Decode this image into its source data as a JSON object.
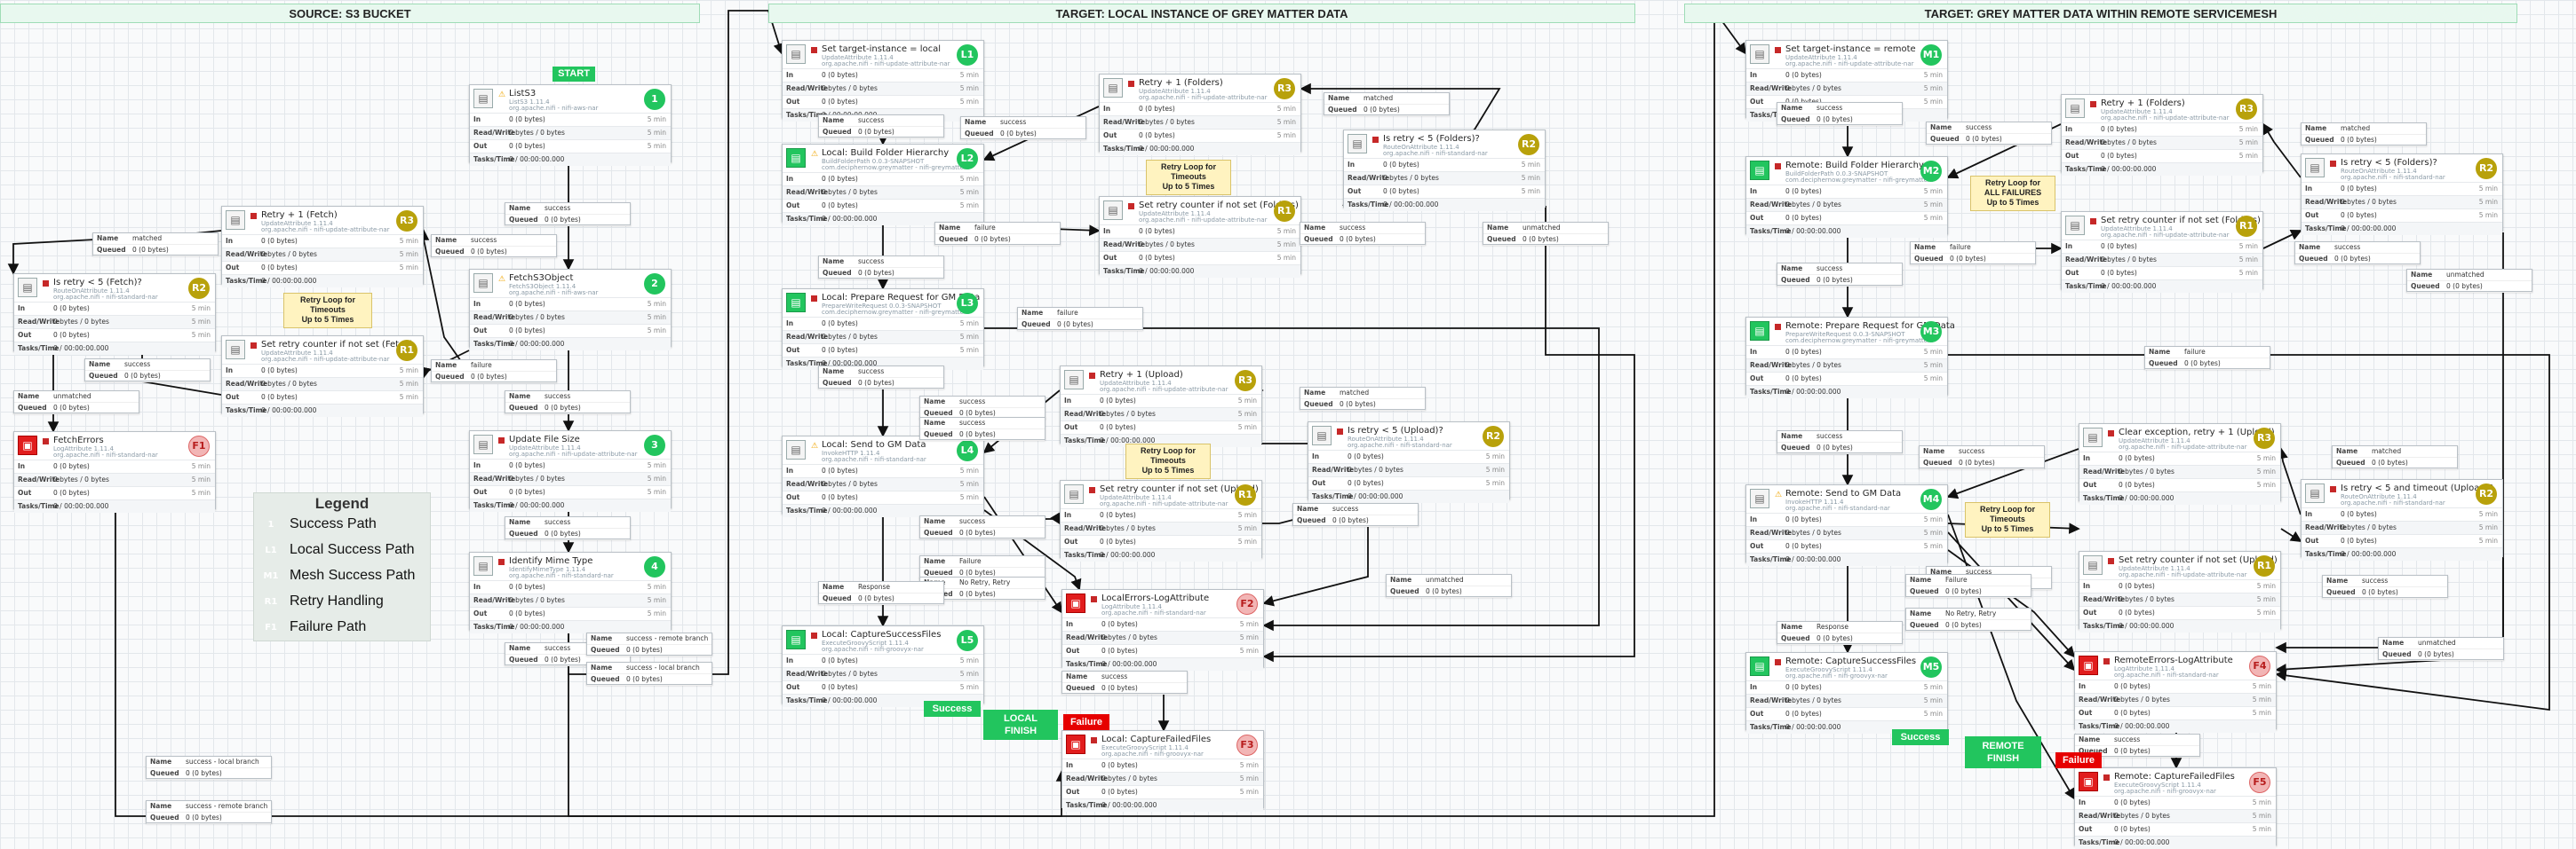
{
  "sections": [
    "SOURCE: S3 BUCKET",
    "TARGET: LOCAL INSTANCE OF GREY MATTER DATA",
    "TARGET: GREY MATTER DATA WITHIN REMOTE SERVICEMESH"
  ],
  "colors": {
    "success": "#22c55e",
    "retry": "#b8a10b",
    "failure": "#e60000",
    "section_bg": "#e8f8ef",
    "annotation_bg": "#fff3c0",
    "legend_bg": "#e6ece8"
  },
  "stat_labels": {
    "in": "In",
    "rw": "Read/Write",
    "out": "Out",
    "tasks": "Tasks/Time",
    "five_min": "5 min"
  },
  "stat_values": {
    "in": "0 (0 bytes)",
    "rw": "0 bytes / 0 bytes",
    "out": "0 (0 bytes)",
    "tasks": "0 / 00:00:00.000"
  },
  "conn_labels": {
    "name": "Name",
    "queued": "Queued",
    "queued_value": "0 (0 bytes)"
  },
  "processors": [
    {
      "id": "p1",
      "name": "ListS3",
      "type": "ListS3 1.11.4",
      "bundle": "org.apache.nifi - nifi-aws-nar",
      "badge": "1",
      "kind": "s",
      "icon": "plain",
      "state": "warn"
    },
    {
      "id": "p2",
      "name": "FetchS3Object",
      "type": "FetchS3Object 1.11.4",
      "bundle": "org.apache.nifi - nifi-aws-nar",
      "badge": "2",
      "kind": "s",
      "icon": "plain",
      "state": "warn"
    },
    {
      "id": "p3",
      "name": "Update File Size",
      "type": "UpdateAttribute 1.11.4",
      "bundle": "org.apache.nifi - nifi-update-attribute-nar",
      "badge": "3",
      "kind": "s",
      "icon": "plain",
      "state": "stop"
    },
    {
      "id": "p4",
      "name": "Identify Mime Type",
      "type": "IdentifyMimeType 1.11.4",
      "bundle": "org.apache.nifi - nifi-standard-nar",
      "badge": "4",
      "kind": "s",
      "icon": "plain",
      "state": "stop"
    },
    {
      "id": "pR3",
      "name": "Retry + 1 (Fetch)",
      "type": "UpdateAttribute 1.11.4",
      "bundle": "org.apache.nifi - nifi-update-attribute-nar",
      "badge": "R3",
      "kind": "r",
      "icon": "plain",
      "state": "stop"
    },
    {
      "id": "pR2",
      "name": "Is retry < 5 (Fetch)?",
      "type": "RouteOnAttribute 1.11.4",
      "bundle": "org.apache.nifi - nifi-standard-nar",
      "badge": "R2",
      "kind": "r",
      "icon": "plain",
      "state": "stop"
    },
    {
      "id": "pR1",
      "name": "Set retry counter if not set (Fetch)",
      "type": "UpdateAttribute 1.11.4",
      "bundle": "org.apache.nifi - nifi-update-attribute-nar",
      "badge": "R1",
      "kind": "r",
      "icon": "plain",
      "state": "stop"
    },
    {
      "id": "pF1",
      "name": "FetchErrors",
      "type": "LogAttribute 1.11.4",
      "bundle": "org.apache.nifi - nifi-standard-nar",
      "badge": "F1",
      "kind": "f",
      "icon": "red",
      "state": "stop"
    },
    {
      "id": "pL1",
      "name": "Set target-instance = local",
      "type": "UpdateAttribute 1.11.4",
      "bundle": "org.apache.nifi - nifi-update-attribute-nar",
      "badge": "L1",
      "kind": "s",
      "icon": "plain",
      "state": "stop"
    },
    {
      "id": "pL2",
      "name": "Local: Build Folder Hierarchy",
      "type": "BuildFolderPath 0.0.3-SNAPSHOT",
      "bundle": "com.deciphernow.greymatter - nifi-greymatte...",
      "badge": "L2",
      "kind": "s",
      "icon": "green",
      "state": "warn"
    },
    {
      "id": "pL3",
      "name": "Local: Prepare Request for GM Data",
      "type": "PrepareWriteRequest 0.0.3-SNAPSHOT",
      "bundle": "com.deciphernow.greymatter - nifi-greymatte...",
      "badge": "L3",
      "kind": "s",
      "icon": "green",
      "state": "stop"
    },
    {
      "id": "pL4",
      "name": "Local: Send to GM Data",
      "type": "InvokeHTTP 1.11.4",
      "bundle": "org.apache.nifi - nifi-standard-nar",
      "badge": "L4",
      "kind": "s",
      "icon": "plain",
      "state": "warn"
    },
    {
      "id": "pL5",
      "name": "Local: CaptureSuccessFiles",
      "type": "ExecuteGroovyScript 1.11.4",
      "bundle": "org.apache.nifi - nifi-groovyx-nar",
      "badge": "L5",
      "kind": "s",
      "icon": "green",
      "state": "stop"
    },
    {
      "id": "pLR3a",
      "name": "Retry + 1 (Folders)",
      "type": "UpdateAttribute 1.11.4",
      "bundle": "org.apache.nifi - nifi-update-attribute-nar",
      "badge": "R3",
      "kind": "r",
      "icon": "plain",
      "state": "stop"
    },
    {
      "id": "pLR2a",
      "name": "Is retry < 5 (Folders)?",
      "type": "RouteOnAttribute 1.11.4",
      "bundle": "org.apache.nifi - nifi-standard-nar",
      "badge": "R2",
      "kind": "r",
      "icon": "plain",
      "state": "stop"
    },
    {
      "id": "pLR1a",
      "name": "Set retry counter if not set (Folders)",
      "type": "UpdateAttribute 1.11.4",
      "bundle": "org.apache.nifi - nifi-update-attribute-nar",
      "badge": "R1",
      "kind": "r",
      "icon": "plain",
      "state": "stop"
    },
    {
      "id": "pLR3b",
      "name": "Retry + 1 (Upload)",
      "type": "UpdateAttribute 1.11.4",
      "bundle": "org.apache.nifi - nifi-update-attribute-nar",
      "badge": "R3",
      "kind": "r",
      "icon": "plain",
      "state": "stop"
    },
    {
      "id": "pLR2b",
      "name": "Is retry < 5 (Upload)?",
      "type": "RouteOnAttribute 1.11.4",
      "bundle": "org.apache.nifi - nifi-standard-nar",
      "badge": "R2",
      "kind": "r",
      "icon": "plain",
      "state": "stop"
    },
    {
      "id": "pLR1b",
      "name": "Set retry counter if not set (Upload)",
      "type": "UpdateAttribute 1.11.4",
      "bundle": "org.apache.nifi - nifi-update-attribute-nar",
      "badge": "R1",
      "kind": "r",
      "icon": "plain",
      "state": "stop"
    },
    {
      "id": "pLF2",
      "name": "LocalErrors-LogAttribute",
      "type": "LogAttribute 1.11.4",
      "bundle": "org.apache.nifi - nifi-standard-nar",
      "badge": "F2",
      "kind": "f",
      "icon": "red",
      "state": "stop"
    },
    {
      "id": "pLF3",
      "name": "Local: CaptureFailedFiles",
      "type": "ExecuteGroovyScript 1.11.4",
      "bundle": "org.apache.nifi - nifi-groovyx-nar",
      "badge": "F3",
      "kind": "f",
      "icon": "red",
      "state": "stop"
    },
    {
      "id": "pM1",
      "name": "Set target-instance = remote",
      "type": "UpdateAttribute 1.11.4",
      "bundle": "org.apache.nifi - nifi-update-attribute-nar",
      "badge": "M1",
      "kind": "s",
      "icon": "plain",
      "state": "stop"
    },
    {
      "id": "pM2",
      "name": "Remote: Build Folder Hierarchy",
      "type": "BuildFolderPath 0.0.3-SNAPSHOT",
      "bundle": "com.deciphernow.greymatter - nifi-greymatte...",
      "badge": "M2",
      "kind": "s",
      "icon": "green",
      "state": "stop"
    },
    {
      "id": "pM3",
      "name": "Remote: Prepare Request for GM Data",
      "type": "PrepareWriteRequest 0.0.3-SNAPSHOT",
      "bundle": "com.deciphernow.greymatter - nifi-greymatte...",
      "badge": "M3",
      "kind": "s",
      "icon": "green",
      "state": "stop"
    },
    {
      "id": "pM4",
      "name": "Remote: Send to GM Data",
      "type": "InvokeHTTP 1.11.4",
      "bundle": "org.apache.nifi - nifi-standard-nar",
      "badge": "M4",
      "kind": "s",
      "icon": "plain",
      "state": "warn"
    },
    {
      "id": "pM5",
      "name": "Remote: CaptureSuccessFiles",
      "type": "ExecuteGroovyScript 1.11.4",
      "bundle": "org.apache.nifi - nifi-groovyx-nar",
      "badge": "M5",
      "kind": "s",
      "icon": "green",
      "state": "stop"
    },
    {
      "id": "pMR3a",
      "name": "Retry + 1 (Folders)",
      "type": "UpdateAttribute 1.11.4",
      "bundle": "org.apache.nifi - nifi-update-attribute-nar",
      "badge": "R3",
      "kind": "r",
      "icon": "plain",
      "state": "stop"
    },
    {
      "id": "pMR2a",
      "name": "Is retry < 5 (Folders)?",
      "type": "RouteOnAttribute 1.11.4",
      "bundle": "org.apache.nifi - nifi-standard-nar",
      "badge": "R2",
      "kind": "r",
      "icon": "plain",
      "state": "stop"
    },
    {
      "id": "pMR1a",
      "name": "Set retry counter if not set (Folders)",
      "type": "UpdateAttribute 1.11.4",
      "bundle": "org.apache.nifi - nifi-update-attribute-nar",
      "badge": "R1",
      "kind": "r",
      "icon": "plain",
      "state": "stop"
    },
    {
      "id": "pMR3b",
      "name": "Clear exception, retry + 1 (Upload)",
      "type": "UpdateAttribute 1.11.4",
      "bundle": "org.apache.nifi - nifi-update-attribute-nar",
      "badge": "R3",
      "kind": "r",
      "icon": "plain",
      "state": "stop"
    },
    {
      "id": "pMR2b",
      "name": "Is retry < 5 and timeout (Upload)?",
      "type": "RouteOnAttribute 1.11.4",
      "bundle": "org.apache.nifi - nifi-standard-nar",
      "badge": "R2",
      "kind": "r",
      "icon": "plain",
      "state": "stop"
    },
    {
      "id": "pMR1b",
      "name": "Set retry counter if not set (Upload)",
      "type": "UpdateAttribute 1.11.4",
      "bundle": "org.apache.nifi - nifi-update-attribute-nar",
      "badge": "R1",
      "kind": "r",
      "icon": "plain",
      "state": "stop"
    },
    {
      "id": "pMF4",
      "name": "RemoteErrors-LogAttribute",
      "type": "LogAttribute 1.11.4",
      "bundle": "org.apache.nifi - nifi-standard-nar",
      "badge": "F4",
      "kind": "f",
      "icon": "red",
      "state": "stop"
    },
    {
      "id": "pMF5",
      "name": "Remote: CaptureFailedFiles",
      "type": "ExecuteGroovyScript 1.11.4",
      "bundle": "org.apache.nifi - nifi-groovyx-nar",
      "badge": "F5",
      "kind": "f",
      "icon": "red",
      "state": "stop"
    }
  ],
  "connections": [
    {
      "id": "c1",
      "name": "success"
    },
    {
      "id": "c2",
      "name": "success"
    },
    {
      "id": "c3",
      "name": "success"
    },
    {
      "id": "c4",
      "name": "success"
    },
    {
      "id": "c5",
      "name": "success - remote branch"
    },
    {
      "id": "c6",
      "name": "success - local branch"
    },
    {
      "id": "c7",
      "name": "failure"
    },
    {
      "id": "c8",
      "name": "success"
    },
    {
      "id": "c9",
      "name": "matched"
    },
    {
      "id": "c10",
      "name": "success"
    },
    {
      "id": "c11",
      "name": "unmatched"
    },
    {
      "id": "c12",
      "name": "success - local branch"
    },
    {
      "id": "c13",
      "name": "success - remote branch"
    },
    {
      "id": "c14",
      "name": "success"
    },
    {
      "id": "c15",
      "name": "success"
    },
    {
      "id": "c16",
      "name": "success"
    },
    {
      "id": "c17",
      "name": "failure"
    },
    {
      "id": "c18",
      "name": "matched"
    },
    {
      "id": "c19",
      "name": "success"
    },
    {
      "id": "c20",
      "name": "success"
    },
    {
      "id": "c21",
      "name": "unmatched"
    },
    {
      "id": "c22",
      "name": "failure"
    },
    {
      "id": "c23",
      "name": "success"
    },
    {
      "id": "c24",
      "name": "success"
    },
    {
      "id": "c25",
      "name": "Failure"
    },
    {
      "id": "c26",
      "name": "No Retry, Retry"
    },
    {
      "id": "c27",
      "name": "matched"
    },
    {
      "id": "c28",
      "name": "success"
    },
    {
      "id": "c29",
      "name": "success"
    },
    {
      "id": "c30",
      "name": "unmatched"
    },
    {
      "id": "c31",
      "name": "Response"
    },
    {
      "id": "c32",
      "name": "success"
    },
    {
      "id": "c33",
      "name": "success"
    },
    {
      "id": "c34",
      "name": "success"
    },
    {
      "id": "c35",
      "name": "success"
    },
    {
      "id": "c36",
      "name": "matched"
    },
    {
      "id": "c37",
      "name": "failure"
    },
    {
      "id": "c38",
      "name": "success"
    },
    {
      "id": "c39",
      "name": "success"
    },
    {
      "id": "c40",
      "name": "unmatched"
    },
    {
      "id": "c41",
      "name": "failure"
    },
    {
      "id": "c42",
      "name": "success"
    },
    {
      "id": "c43",
      "name": "success"
    },
    {
      "id": "c44",
      "name": "matched"
    },
    {
      "id": "c45",
      "name": "Failure"
    },
    {
      "id": "c46",
      "name": "No Retry, Retry"
    },
    {
      "id": "c47",
      "name": "success"
    },
    {
      "id": "c48",
      "name": "unmatched"
    },
    {
      "id": "c49",
      "name": "Response"
    },
    {
      "id": "c50",
      "name": "success"
    },
    {
      "id": "c51",
      "name": "success"
    }
  ],
  "annotations": [
    {
      "id": "a1",
      "lines": [
        "Retry Loop for",
        "Timeouts",
        "Up to 5 Times"
      ]
    },
    {
      "id": "a2",
      "lines": [
        "Retry Loop for",
        "Timeouts",
        "Up to 5 Times"
      ]
    },
    {
      "id": "a3",
      "lines": [
        "Retry Loop for",
        "Timeouts",
        "Up to 5 Times"
      ]
    },
    {
      "id": "a4",
      "lines": [
        "Retry Loop for",
        "ALL FAILURES",
        "Up to 5 Times"
      ]
    },
    {
      "id": "a5",
      "lines": [
        "Retry Loop for",
        "Timeouts",
        "Up to 5 Times"
      ]
    }
  ],
  "labels": {
    "start": "START",
    "success_local": "Success",
    "local_finish": [
      "LOCAL",
      "FINISH"
    ],
    "failure_local": "Failure",
    "success_remote": "Success",
    "remote_finish": [
      "REMOTE",
      "FINISH"
    ],
    "failure_remote": "Failure"
  },
  "legend": {
    "title": "Legend",
    "items": [
      {
        "badge": "1",
        "kind": "s",
        "text": "Success Path"
      },
      {
        "badge": "L1",
        "kind": "s",
        "text": "Local Success Path"
      },
      {
        "badge": "M1",
        "kind": "s",
        "text": "Mesh Success Path"
      },
      {
        "badge": "R1",
        "kind": "r",
        "text": "Retry Handling"
      },
      {
        "badge": "F1",
        "kind": "f",
        "text": "Failure Path"
      }
    ]
  }
}
